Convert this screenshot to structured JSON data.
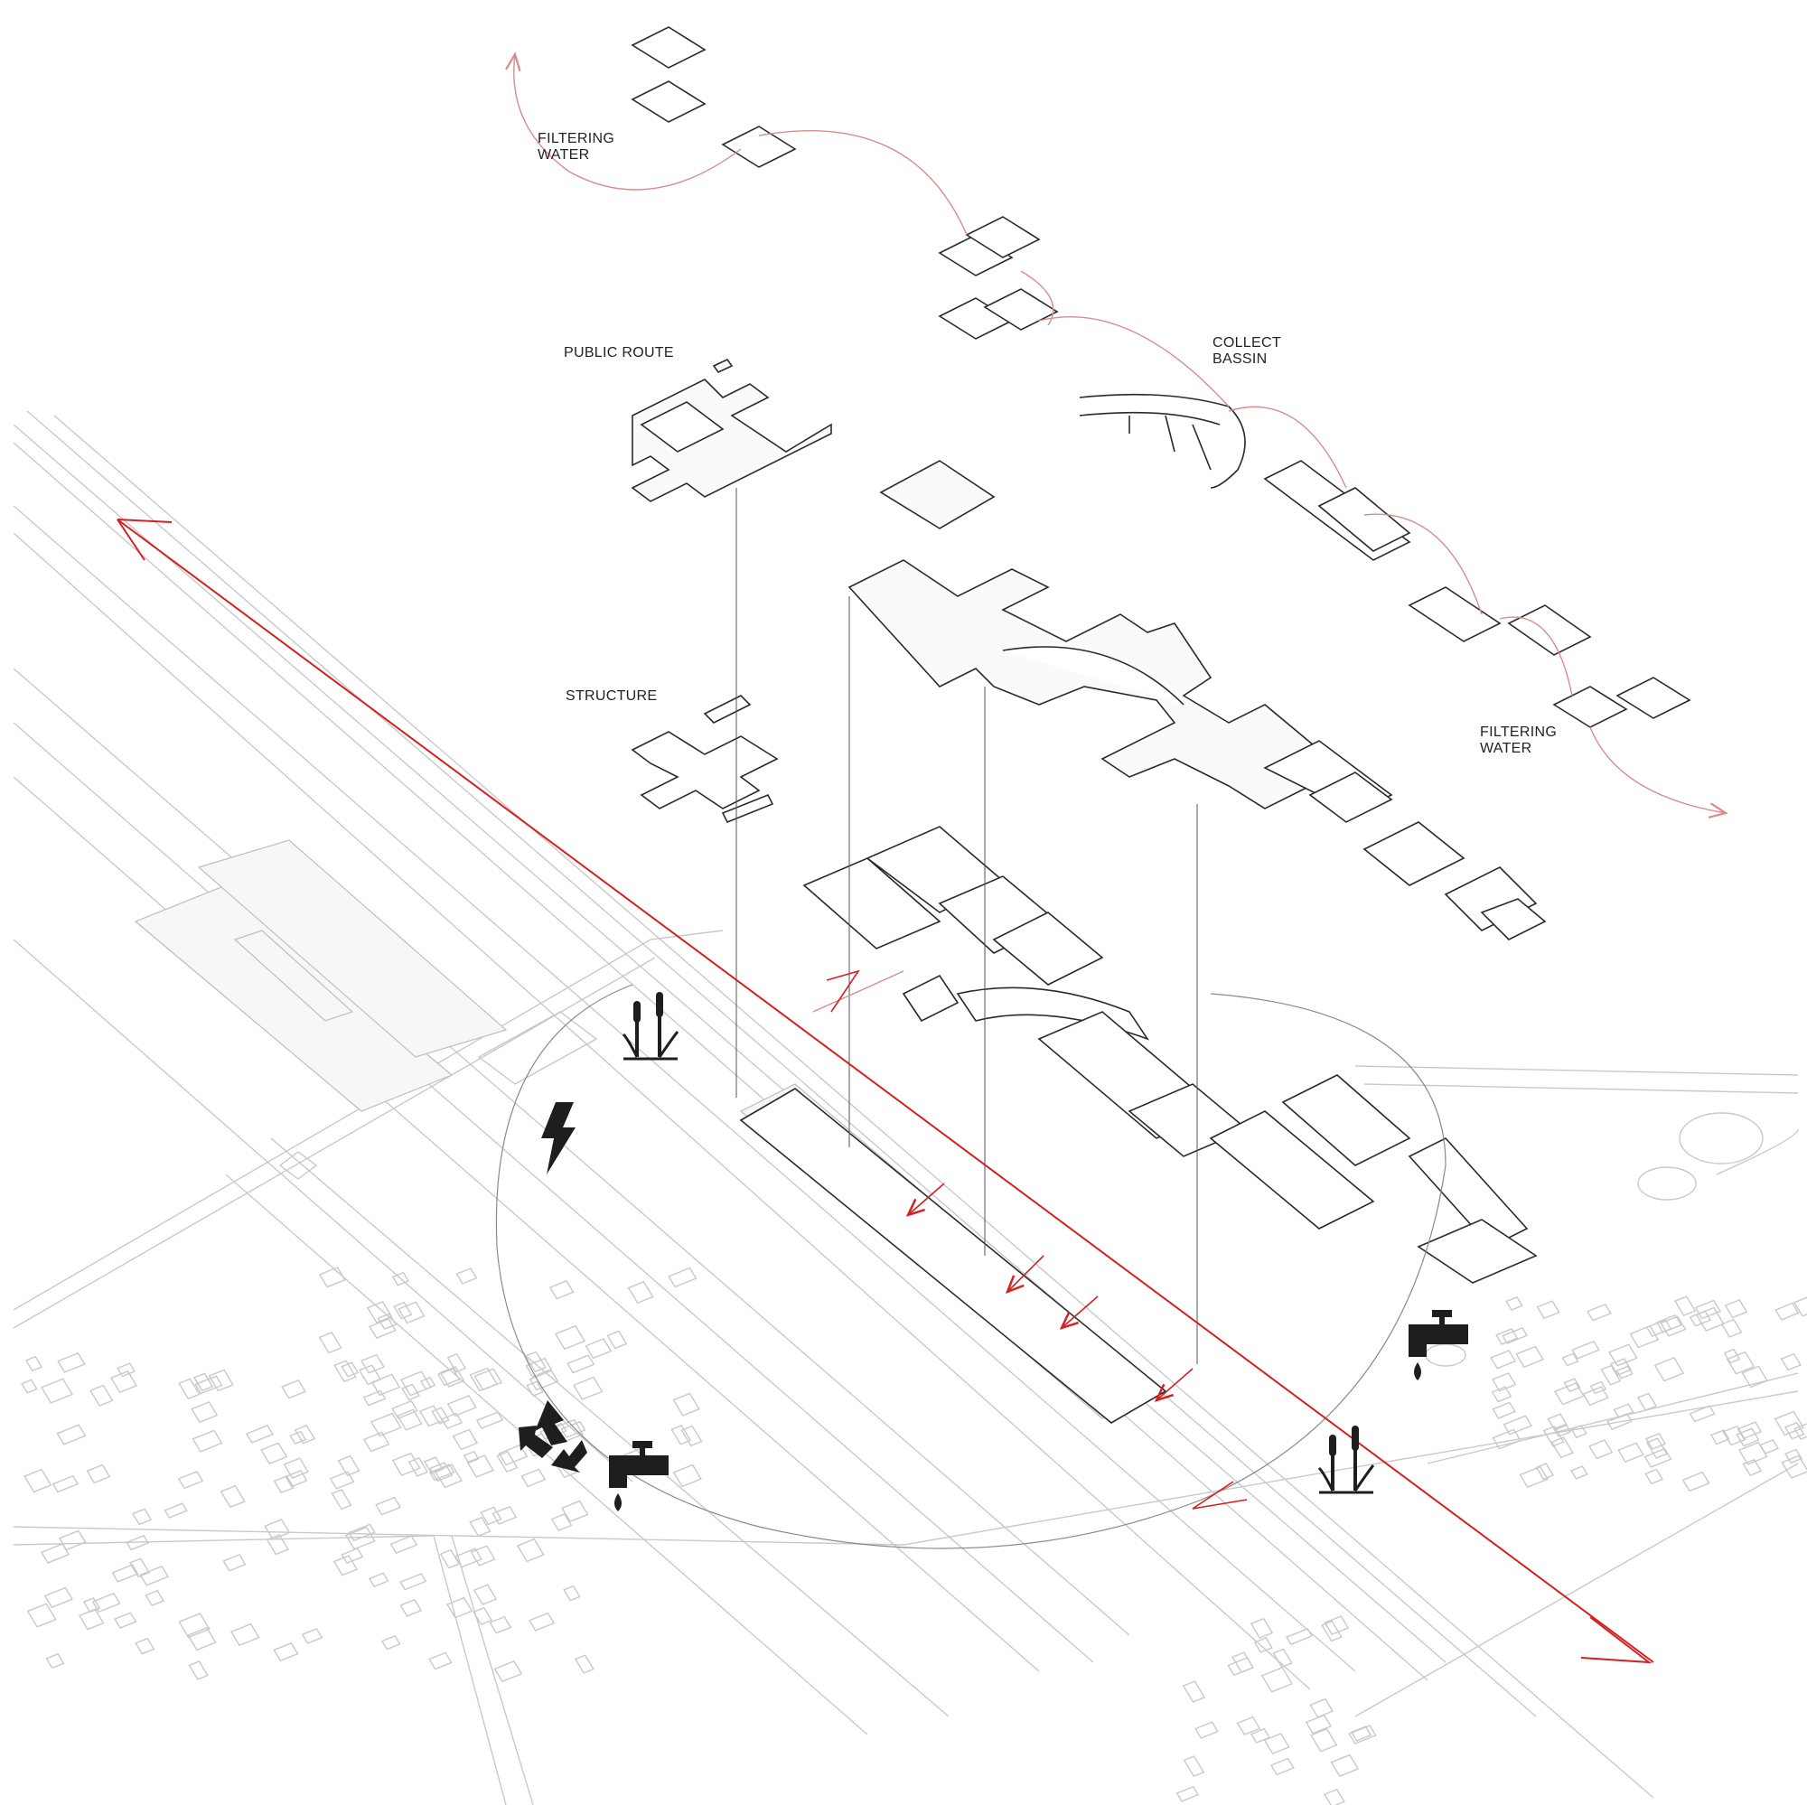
{
  "labels": {
    "filtering_water_top": [
      "FILTERING",
      "WATER"
    ],
    "public_route": "PUBLIC ROUTE",
    "collect_bassin": [
      "COLLECT",
      "BASSIN"
    ],
    "structure": "STRUCTURE",
    "filtering_water_right": [
      "FILTERING",
      "WATER"
    ]
  },
  "colors": {
    "accent_red": "#d62020",
    "soft_red": "#d98c8c",
    "ink": "#2a2a2a",
    "site_grey": "#c9c9c9",
    "icon_fill": "#1e1e1e"
  },
  "icons": [
    "reed-plant-icon",
    "lightning-icon",
    "recycle-icon",
    "water-tap-icon"
  ]
}
